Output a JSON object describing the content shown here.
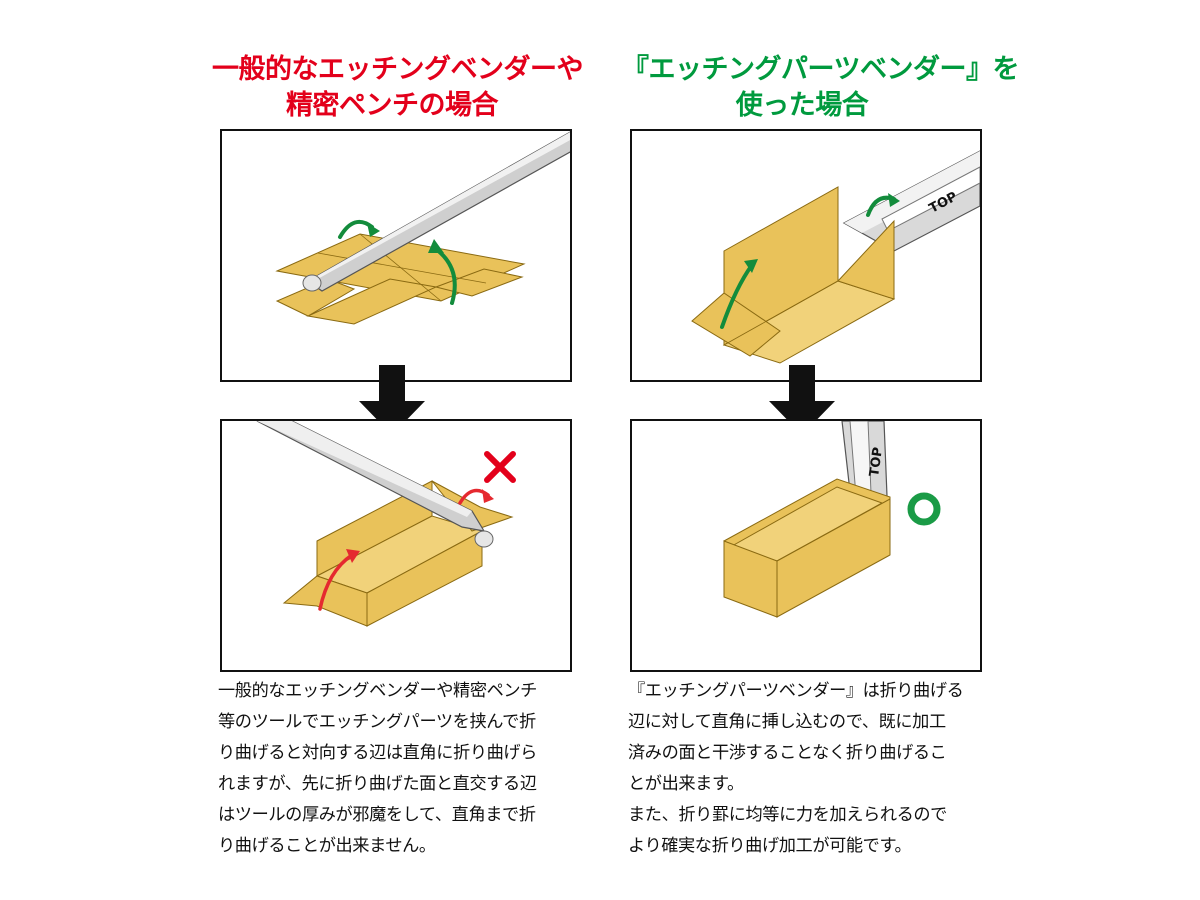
{
  "colors": {
    "left_heading": "#e3001b",
    "right_heading": "#009a3e",
    "part_fill": "#e9c25a",
    "part_edge": "#8a6a12",
    "arrow_green": "#138c3c",
    "arrow_red": "#e5292f",
    "ok_mark": "#1a9b46",
    "ng_mark": "#e3001b"
  },
  "left": {
    "heading_lines": [
      "一般的なエッチングベンダーや",
      "精密ペンチの場合"
    ],
    "description_lines": [
      "一般的なエッチングベンダーや精密ペンチ",
      "等のツールでエッチングパーツを挟んで折",
      "り曲げると対向する辺は直角に折り曲げら",
      "れますが、先に折り曲げた面と直交する辺",
      "はツールの厚みが邪魔をして、直角まで折",
      "り曲げることが出来ません。"
    ],
    "result_mark_icon": "cross-mark-icon"
  },
  "right": {
    "heading_lines": [
      "『エッチングパーツベンダー』を",
      "使った場合"
    ],
    "tool_label": "TOP",
    "description_lines": [
      "『エッチングパーツベンダー』は折り曲げる",
      "辺に対して直角に挿し込むので、既に加工",
      "済みの面と干渉することなく折り曲げるこ",
      "とが出来ます。",
      "また、折り罫に均等に力を加えられるので",
      "より確実な折り曲げ加工が可能です。"
    ],
    "result_mark_icon": "circle-mark-icon"
  }
}
